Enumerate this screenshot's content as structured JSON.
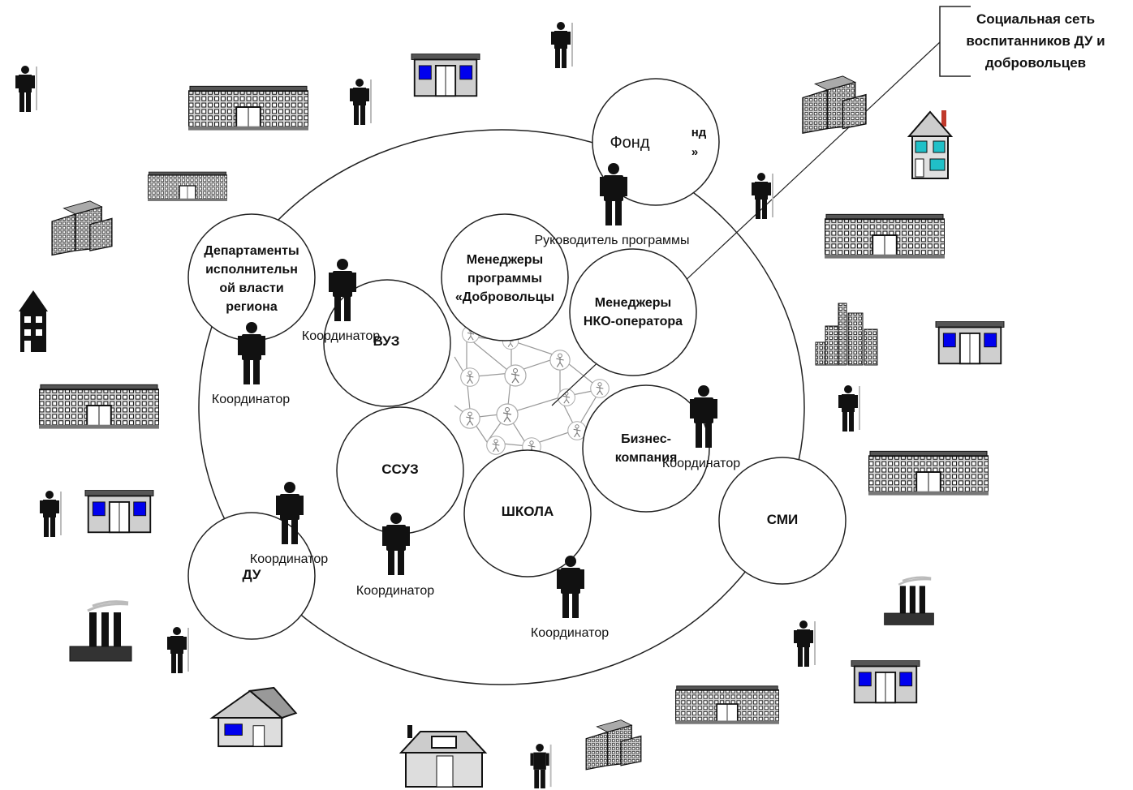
{
  "callout": {
    "lines": [
      "Социальная сеть",
      "воспитанников ДУ и",
      "добровольцев"
    ]
  },
  "circles": {
    "fond": {
      "lines": [
        "Фонд"
      ],
      "hidden_lines": [
        "нд",
        "»"
      ]
    },
    "departments": {
      "lines": [
        "Департаменты",
        "исполнительн",
        "ой власти",
        "региона"
      ]
    },
    "managers_program": {
      "lines": [
        "Менеджеры",
        "программы",
        "«Добровольцы"
      ]
    },
    "managers_nko": {
      "lines": [
        "Менеджеры",
        "НКО-оператора"
      ]
    },
    "vuz": {
      "lines": [
        "ВУЗ"
      ]
    },
    "business": {
      "lines": [
        "Бизнес-",
        "компания"
      ]
    },
    "ssuz": {
      "lines": [
        "ССУЗ"
      ]
    },
    "school": {
      "lines": [
        "ШКОЛА"
      ]
    },
    "smi": {
      "lines": [
        "СМИ"
      ]
    },
    "du": {
      "lines": [
        "ДУ"
      ]
    }
  },
  "labels": {
    "program_head": "Руководитель программы",
    "coordinator": "Координатор"
  },
  "colors": {
    "stroke": "#222222",
    "building_fill": "#d9d9d9",
    "window_blue": "#0000ee",
    "window_cyan": "#20c0c8",
    "network_line": "#999999",
    "chimney_red": "#c0392b"
  },
  "icons": [
    "person-icon",
    "office-building-icon",
    "shop-icon",
    "block-building-icon",
    "house-icon",
    "factory-icon",
    "skyscraper-cluster-icon",
    "volunteer-icon"
  ]
}
